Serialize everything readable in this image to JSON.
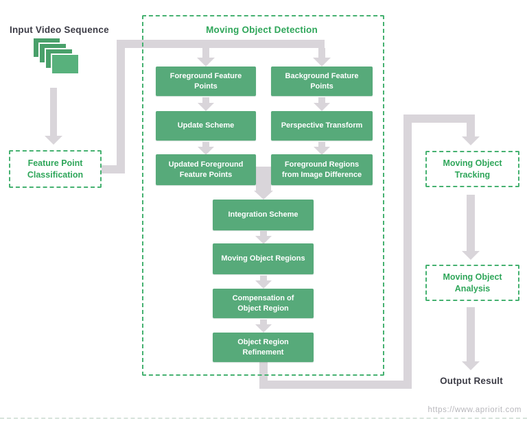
{
  "diagram": {
    "input_label": "Input Video Sequence",
    "detection_group_title": "Moving Object Detection",
    "nodes": {
      "feature_point_classification": "Feature Point\nClassification",
      "foreground_feature_points": "Foreground Feature\nPoints",
      "background_feature_points": "Background Feature\nPoints",
      "update_scheme": "Update Scheme",
      "perspective_transform": "Perspective Transform",
      "updated_foreground_feature_points": "Updated Foreground\nFeature Points",
      "foreground_regions_from_image_difference": "Foreground Regions\nfrom Image Difference",
      "integration_scheme": "Integration Scheme",
      "moving_object_regions": "Moving Object Regions",
      "compensation_of_object_region": "Compensation of\nObject Region",
      "object_region_refinement": "Object Region\nRefinement",
      "moving_object_tracking": "Moving Object\nTracking",
      "moving_object_analysis": "Moving Object\nAnalysis"
    },
    "output_label": "Output Result",
    "icon": "video-frames-icon"
  },
  "footer": {
    "website_url": "https://www.apriorit.com"
  },
  "colors": {
    "node_fill_green": "#57aa7a",
    "accent_text_green": "#2fa65a",
    "dashed_border_green": "#45b170",
    "connector_gray": "#d9d5da",
    "dark_text": "#3c3c46",
    "watermark_gray": "#b7b6bb"
  }
}
